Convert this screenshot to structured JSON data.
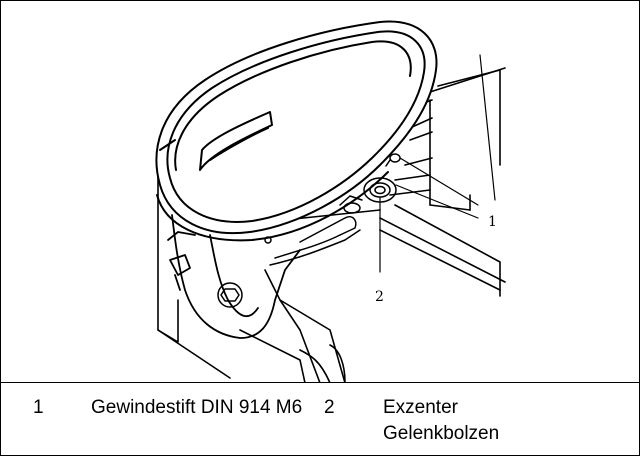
{
  "figure": {
    "callouts": [
      {
        "number": "1"
      },
      {
        "number": "2"
      }
    ]
  },
  "legend": {
    "items": [
      {
        "number": "1",
        "text": "Gewindestift DIN 914 M6"
      },
      {
        "number": "2",
        "text": "Exzenter Gelenkbolzen"
      }
    ]
  }
}
